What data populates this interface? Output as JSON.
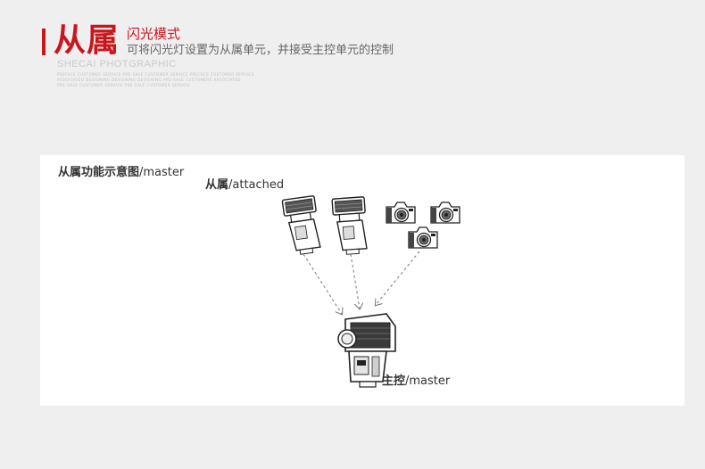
{
  "header": {
    "title": "从属",
    "mode_label": "闪光模式",
    "description": "可将闪光灯设置为从属单元，并接受主控单元的控制",
    "brand": "SHECAI PHOTGRAPHIC",
    "fine_print": [
      "PREFACE CUSTOMER SERVICE PRE-SALE CUSTOMER SERVICE PREFACE CUSTOMER SERVICE",
      "ASSOCIATED DESIGNING DESIGNING DESIGNING PRE-SALE CUSTOMERS ASSOCIATED",
      "PRE-SALE CUSTOMER SERVICE PRE-SALE CUSTOMER SERVICE"
    ]
  },
  "panel": {
    "title_bold": "从属功能示意图",
    "title_suffix": "/master",
    "attached_bold": "从属",
    "attached_suffix": "/attached",
    "master_bold": "主控",
    "master_suffix": "/master"
  },
  "colors": {
    "accent": "#c8161d",
    "background": "#efefef",
    "panel": "#ffffff"
  },
  "icons": [
    "flash-unit-icon",
    "camera-icon",
    "dashed-arrow-icon"
  ]
}
